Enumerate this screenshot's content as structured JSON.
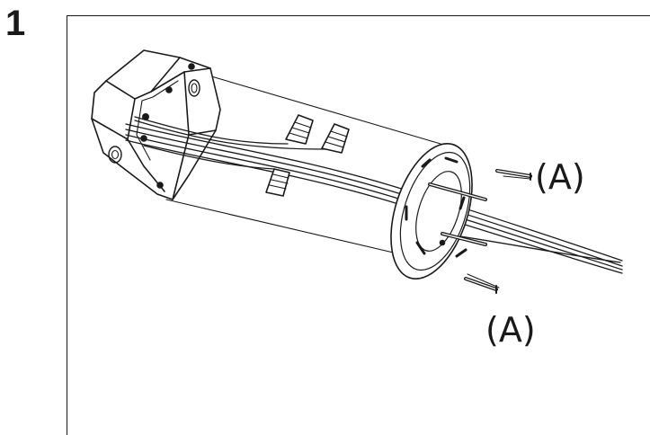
{
  "step": {
    "number": "1"
  },
  "callouts": {
    "upper_label": "(A)",
    "lower_label": "(A)"
  },
  "colors": {
    "line": "#1a1a1a",
    "background": "#ffffff"
  }
}
